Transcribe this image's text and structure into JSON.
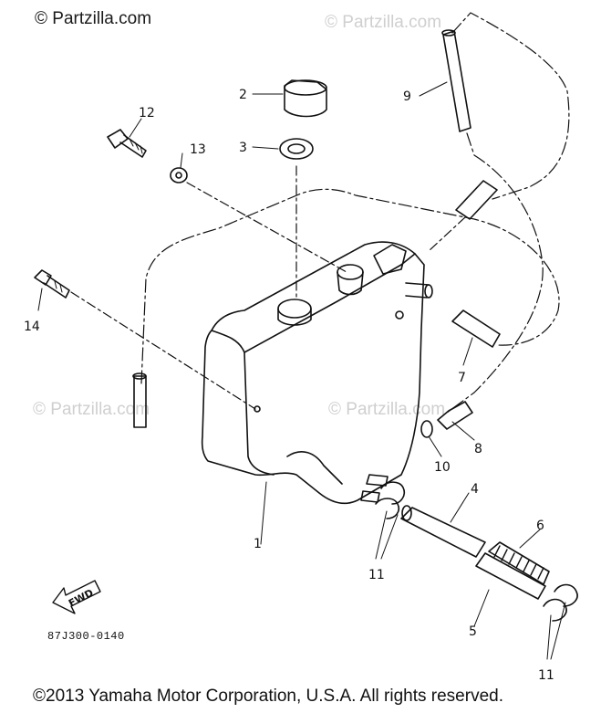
{
  "watermark": {
    "main": "© Partzilla.com",
    "faint": "© Partzilla.com"
  },
  "callouts": {
    "p1": "1",
    "p2": "2",
    "p3": "3",
    "p4": "4",
    "p5": "5",
    "p6": "6",
    "p7": "7",
    "p8": "8",
    "p9": "9",
    "p10": "10",
    "p11a": "11",
    "p11b": "11",
    "p12": "12",
    "p13": "13",
    "p14": "14"
  },
  "fwd_label": "FWD",
  "diagram_code": "87J300-0140",
  "copyright": "©2013 Yamaha Motor Corporation, U.S.A. All rights reserved."
}
